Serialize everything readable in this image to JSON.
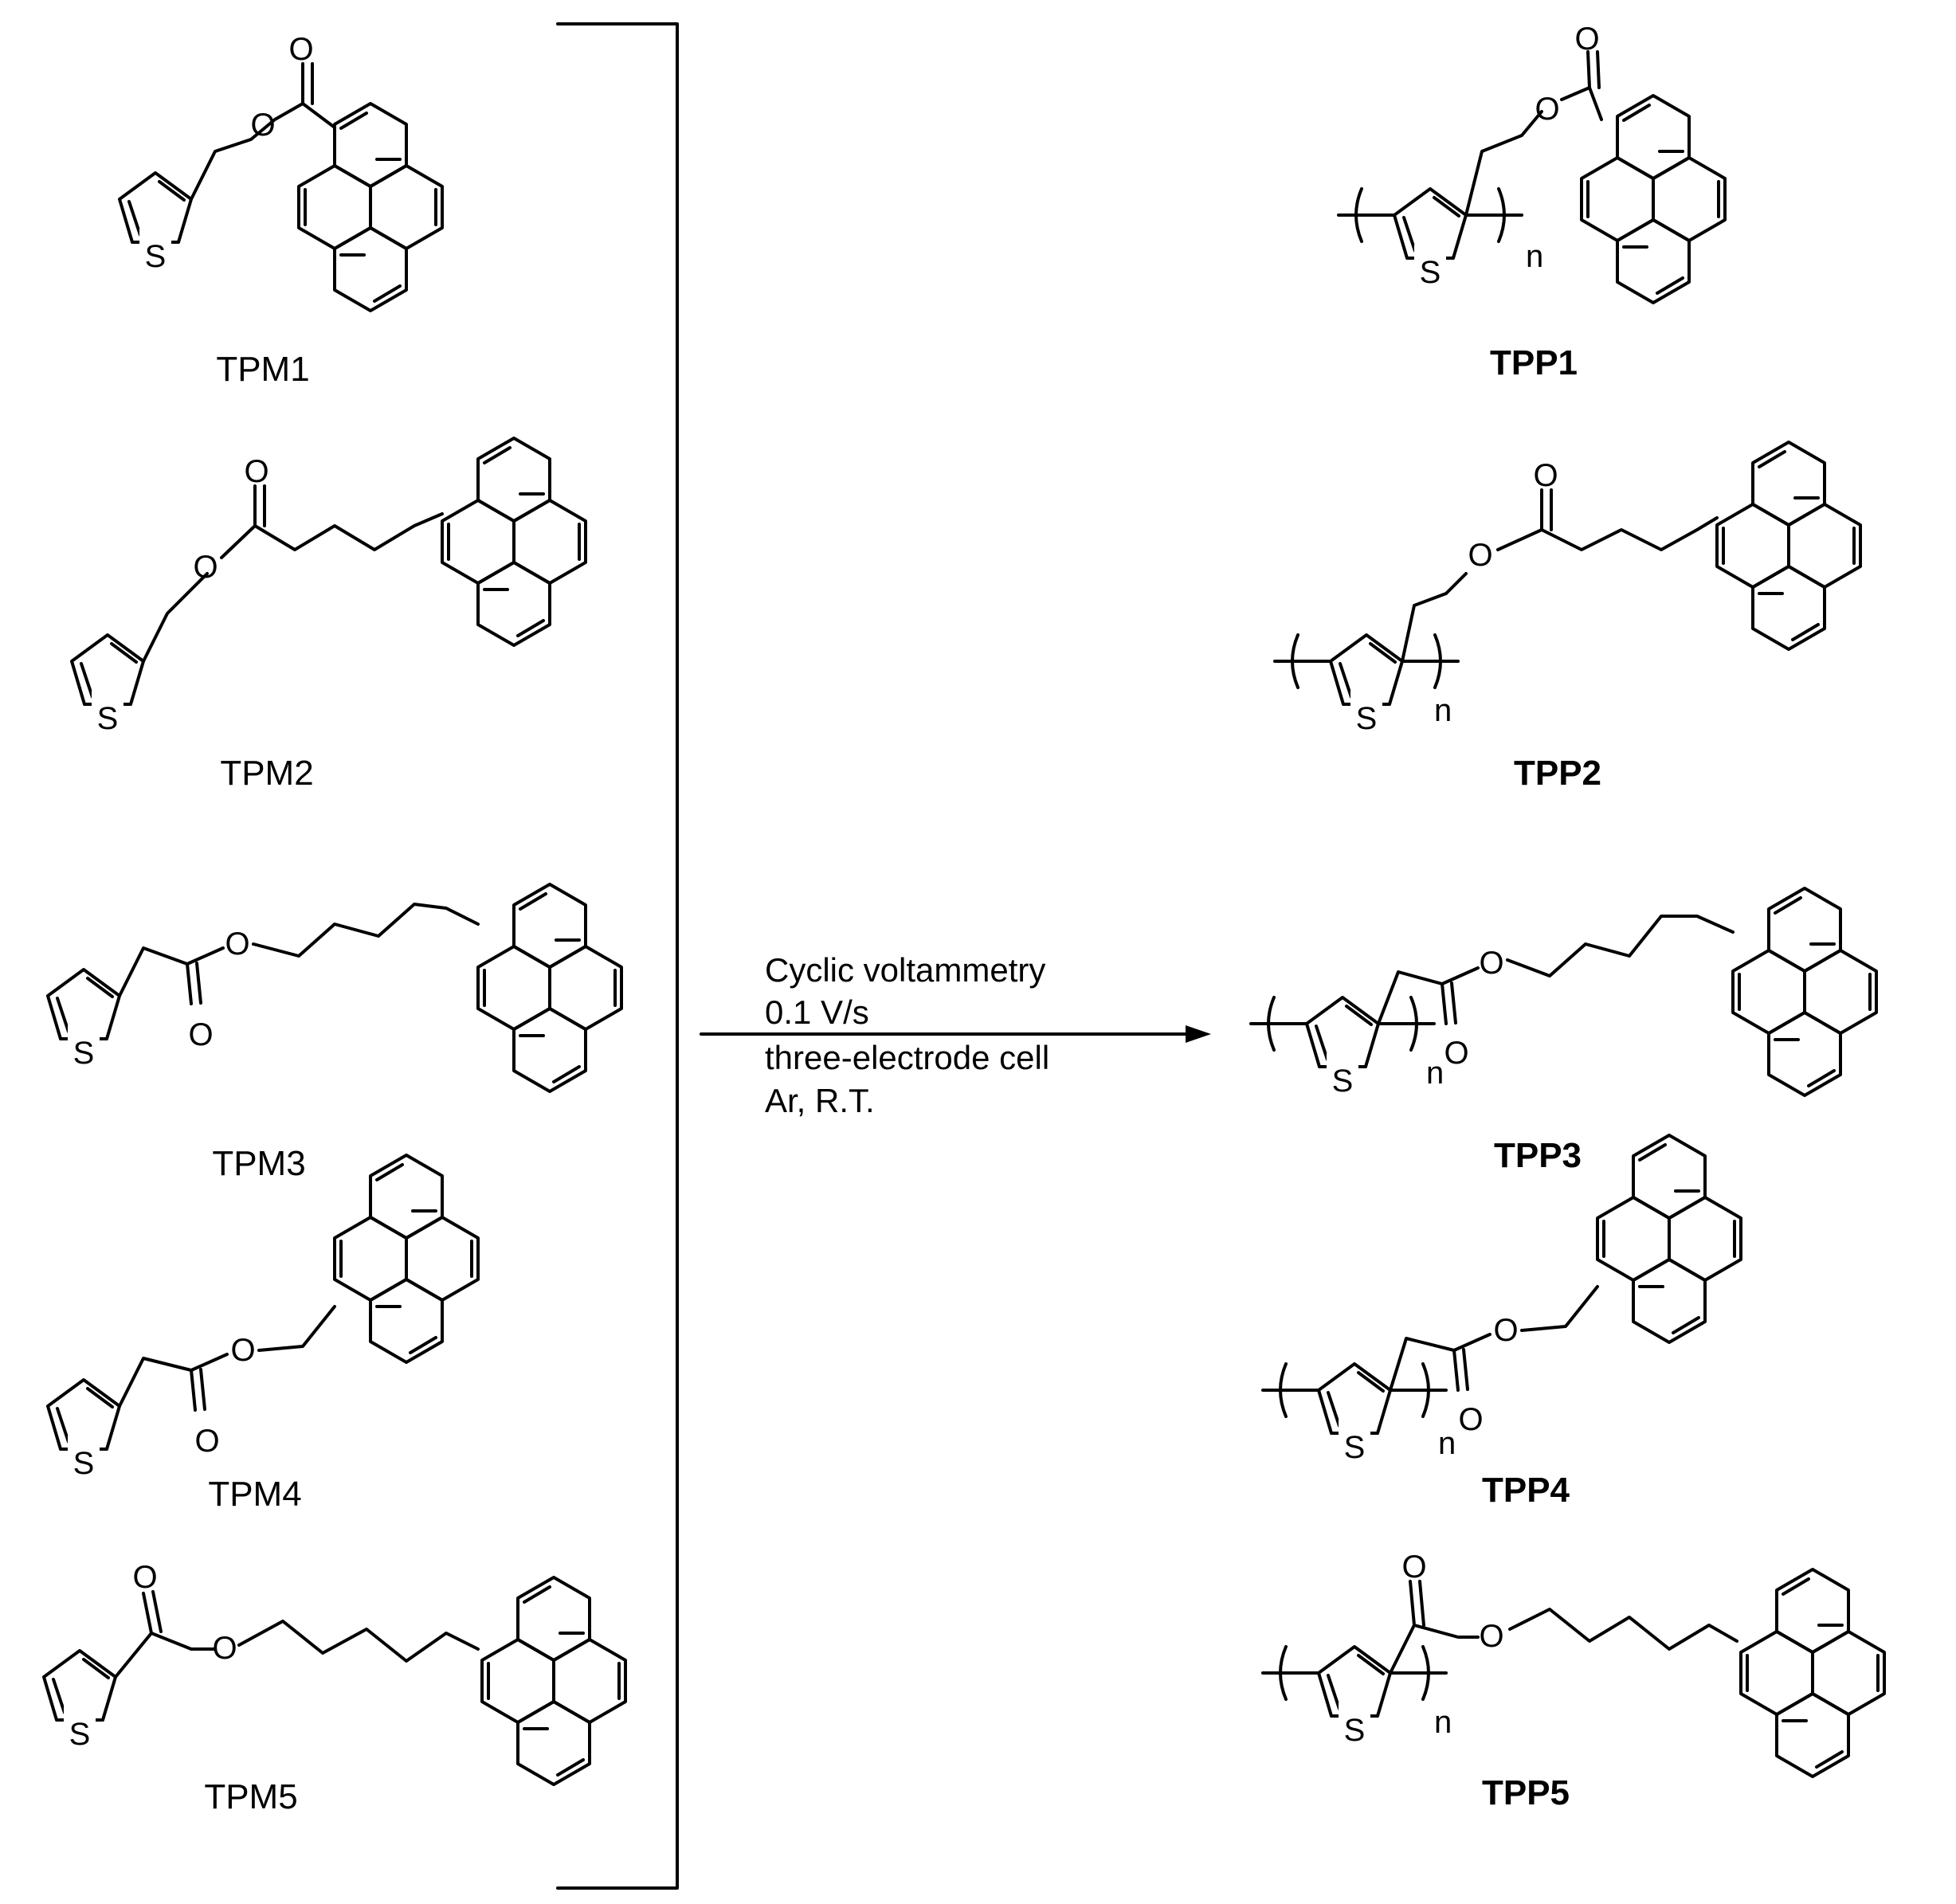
{
  "figure": {
    "monomers": [
      {
        "label": "TPM1"
      },
      {
        "label": "TPM2"
      },
      {
        "label": "TPM3"
      },
      {
        "label": "TPM4"
      },
      {
        "label": "TPM5"
      }
    ],
    "polymers": [
      {
        "label": "TPP1"
      },
      {
        "label": "TPP2"
      },
      {
        "label": "TPP3"
      },
      {
        "label": "TPP4"
      },
      {
        "label": "TPP5"
      }
    ],
    "conditions": [
      "Cyclic voltammetry",
      "0.1 V/s",
      "three-electrode cell",
      "Ar, R.T."
    ],
    "atoms": {
      "sulfur": "S",
      "oxygen": "O",
      "repeat": "n"
    }
  }
}
